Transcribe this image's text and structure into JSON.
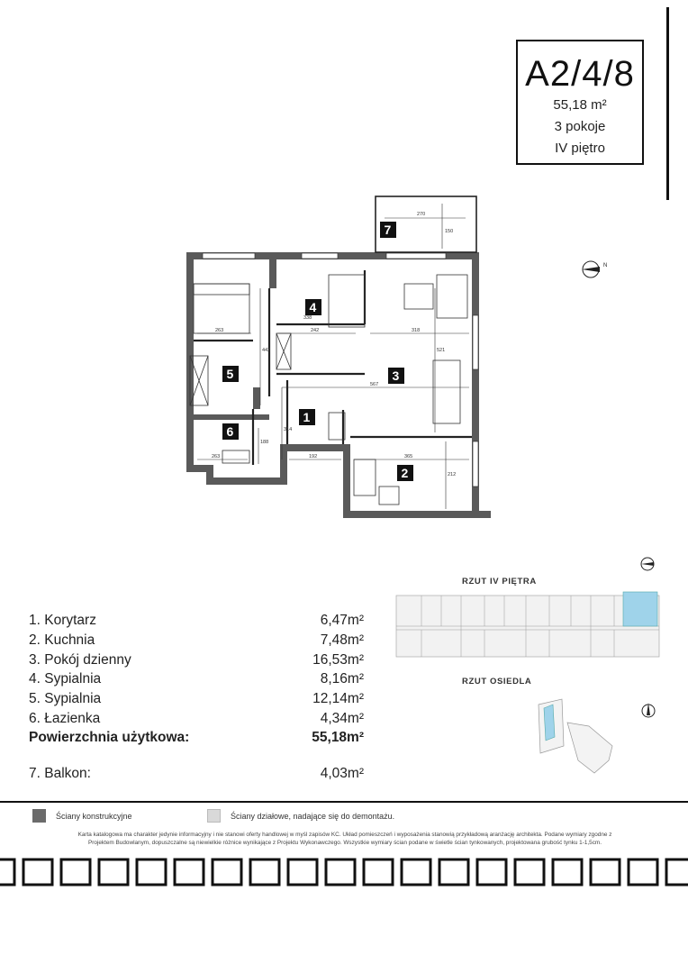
{
  "header": {
    "code": "A2/4/8",
    "area": "55,18 m²",
    "rooms": "3 pokoje",
    "floor": "IV piętro"
  },
  "plan": {
    "room_labels": [
      "1",
      "2",
      "3",
      "4",
      "5",
      "6",
      "7"
    ],
    "dims": {
      "d270": "270",
      "d150": "150",
      "d263a": "263",
      "d442": "442",
      "d338": "338",
      "d242": "242",
      "d318": "318",
      "d521": "521",
      "d567": "567",
      "d314": "314",
      "d188": "188",
      "d263b": "263",
      "d192": "192",
      "d365": "365",
      "d212": "212"
    }
  },
  "minimaps": {
    "floor_title": "RZUT IV PIĘTRA",
    "estate_title": "RZUT OSIEDLA"
  },
  "rooms": [
    {
      "name": "1. Korytarz",
      "area": "6,47m²"
    },
    {
      "name": "2. Kuchnia",
      "area": "7,48m²"
    },
    {
      "name": "3. Pokój dzienny",
      "area": "16,53m²"
    },
    {
      "name": "4. Sypialnia",
      "area": "8,16m²"
    },
    {
      "name": "5. Sypialnia",
      "area": "12,14m²"
    },
    {
      "name": "6. Łazienka",
      "area": "4,34m²"
    }
  ],
  "total": {
    "label": "Powierzchnia użytkowa:",
    "area": "55,18m²"
  },
  "balcony": {
    "name": "7. Balkon:",
    "area": "4,03m²"
  },
  "legend": {
    "structural": "Ściany konstrukcyjne",
    "partition": "Ściany działowe, nadające się do demontażu.",
    "structural_color": "#6b6b6b",
    "partition_color": "#d9d9d9"
  },
  "disclaimer": {
    "line1": "Karta katalogowa ma charakter jedynie informacyjny i nie stanowi oferty handlowej w myśl zapisów KC. Układ pomieszczeń i wyposażenia stanowią przykładową aranżację architekta. Podane wymiary zgodne z",
    "line2": "Projektem Budowlanym, dopuszczalne są niewielkie różnice wynikające z  Projektu Wykonawczego. Wszystkie wymiary ścian podane w świetle ścian  tynkowanych, projektowana grubość tynku 1-1,5cm."
  },
  "colors": {
    "accent_blue": "#9fd3ea",
    "wall": "#555555",
    "ink": "#111111"
  }
}
